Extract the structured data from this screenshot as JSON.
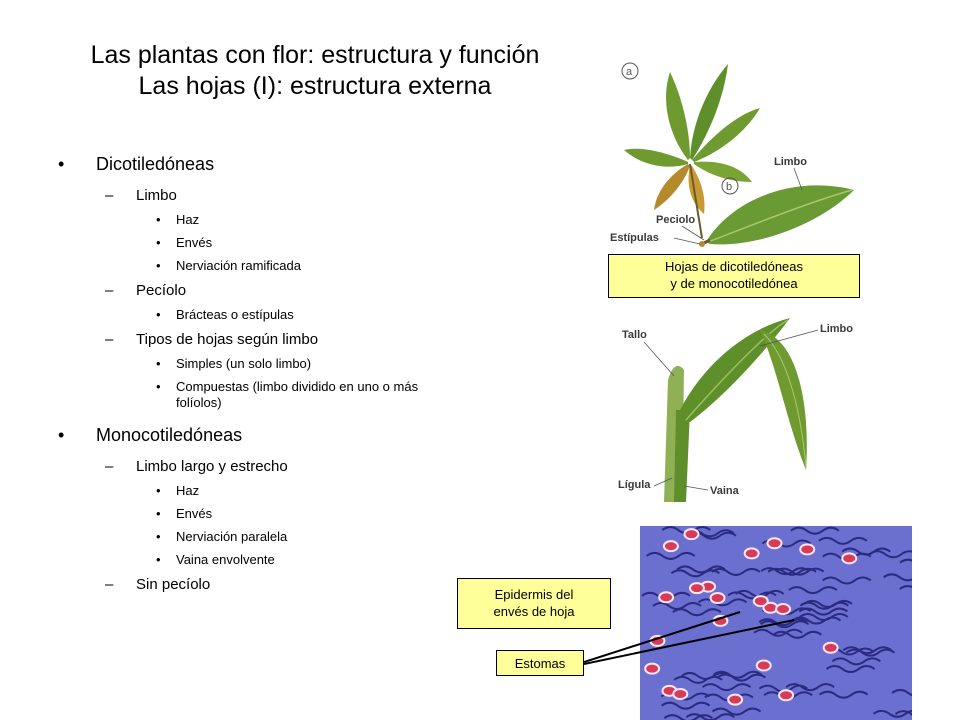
{
  "title": {
    "line1": "Las plantas con flor: estructura y función",
    "line2": "Las hojas (I): estructura externa"
  },
  "outline": {
    "dicot": {
      "label": "Dicotiledóneas",
      "limbo": {
        "label": "Limbo",
        "items": [
          "Haz",
          "Envés",
          "Nerviación ramificada"
        ]
      },
      "peciolo": {
        "label": "Pecíolo",
        "items": [
          "Brácteas o estípulas"
        ]
      },
      "tipos": {
        "label": "Tipos de hojas según limbo",
        "items": [
          "Simples (un solo limbo)",
          "Compuestas (limbo dividido en uno o más folíolos)"
        ]
      }
    },
    "mono": {
      "label": "Monocotiledóneas",
      "limbo": {
        "label": "Limbo largo y estrecho",
        "items": [
          "Haz",
          "Envés",
          "Nerviación paralela",
          "Vaina envolvente"
        ]
      },
      "peciolo": {
        "label": "Sin pecíolo"
      }
    }
  },
  "figure_dicot": {
    "label_a": "a",
    "label_b": "b",
    "limbo": "Limbo",
    "peciolo": "Peciolo",
    "estipulas": "Estípulas",
    "caption_line1": "Hojas de dicotiledóneas",
    "caption_line2": "y de monocotiledónea"
  },
  "figure_mono": {
    "tallo": "Tallo",
    "limbo": "Limbo",
    "ligula": "Lígula",
    "vaina": "Vaina"
  },
  "figure_epidermis": {
    "caption_line1": "Epidermis del",
    "caption_line2": "envés de hoja",
    "estomas": "Estomas"
  },
  "colors": {
    "caption_bg": "#ffff99",
    "leaf_green": "#5f8f2a",
    "epidermis_blue": "#6a6fd0",
    "stoma_red": "#d83a5a"
  }
}
